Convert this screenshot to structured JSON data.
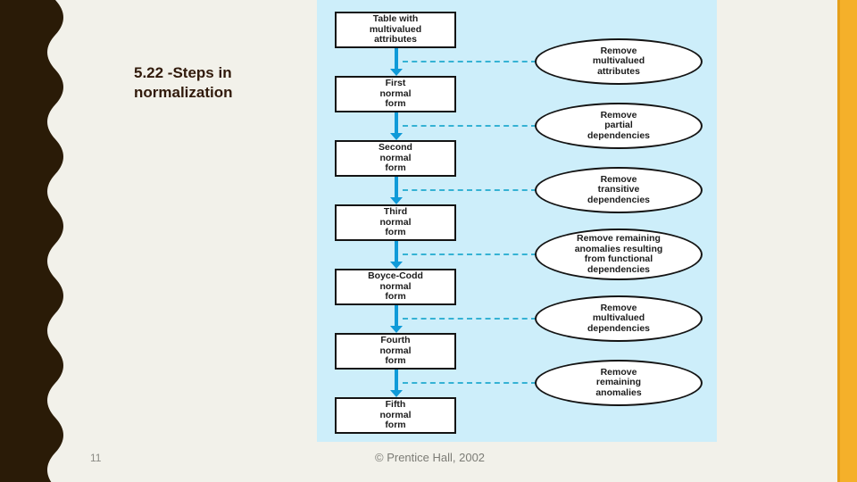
{
  "slide": {
    "title": "5.22 -Steps in\nnormalization",
    "page_number": "11",
    "copyright": "© Prentice Hall, 2002"
  },
  "colors": {
    "slide_background": "#f2f1ea",
    "wave_shape": "#2a1b07",
    "accent_bar": "#f5b02a",
    "accent_bar_edge": "#e5a01b",
    "diagram_background": "#cdeefa",
    "flow_arrow": "#0f9ad8",
    "dashed_connector": "#35b2d4",
    "node_fill": "#ffffff",
    "node_border": "#141414"
  },
  "diagram": {
    "boxes": [
      {
        "label": "Table with\nmultivalued\nattributes"
      },
      {
        "label": "First\nnormal\nform"
      },
      {
        "label": "Second\nnormal\nform"
      },
      {
        "label": "Third\nnormal\nform"
      },
      {
        "label": "Boyce-Codd\nnormal\nform"
      },
      {
        "label": "Fourth\nnormal\nform"
      },
      {
        "label": "Fifth\nnormal\nform"
      }
    ],
    "ellipses": [
      {
        "label": "Remove\nmultivalued\nattributes"
      },
      {
        "label": "Remove\npartial\ndependencies"
      },
      {
        "label": "Remove\ntransitive\ndependencies"
      },
      {
        "label": "Remove remaining\nanomalies resulting\nfrom functional\ndependencies"
      },
      {
        "label": "Remove\nmultivalued\ndependencies"
      },
      {
        "label": "Remove\nremaining\nanomalies"
      }
    ]
  }
}
